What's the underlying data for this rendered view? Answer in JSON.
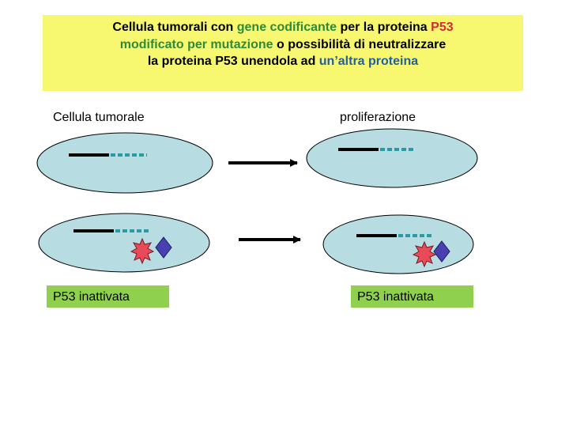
{
  "title": {
    "line1": [
      {
        "text": "Cellula tumorali con ",
        "color": "black"
      },
      {
        "text": "gene codificante",
        "color": "green"
      },
      {
        "text": " per la proteina ",
        "color": "black"
      },
      {
        "text": "P53",
        "color": "red"
      }
    ],
    "line2": [
      {
        "text": "modificato per mutazione",
        "color": "green"
      },
      {
        "text": " o possibilità di neutralizzare",
        "color": "black"
      }
    ],
    "line3": [
      {
        "text": "la proteina P53 unendola ad ",
        "color": "black"
      },
      {
        "text": "un’altra proteina",
        "color": "blue"
      }
    ]
  },
  "labels": {
    "left_heading": "Cellula tumorale",
    "right_heading": "proliferazione",
    "left_tag": "P53 inattivata",
    "right_tag": "P53 inattivata"
  },
  "colors": {
    "title_background": "#f8f870",
    "cell_fill": "#b7dde3",
    "tag_background": "#8fd14f",
    "gene_normal": "#000000",
    "gene_mutated": "#2a9aa5",
    "p53_protein": "#e84a5a",
    "other_protein": "#4a3fb0"
  }
}
